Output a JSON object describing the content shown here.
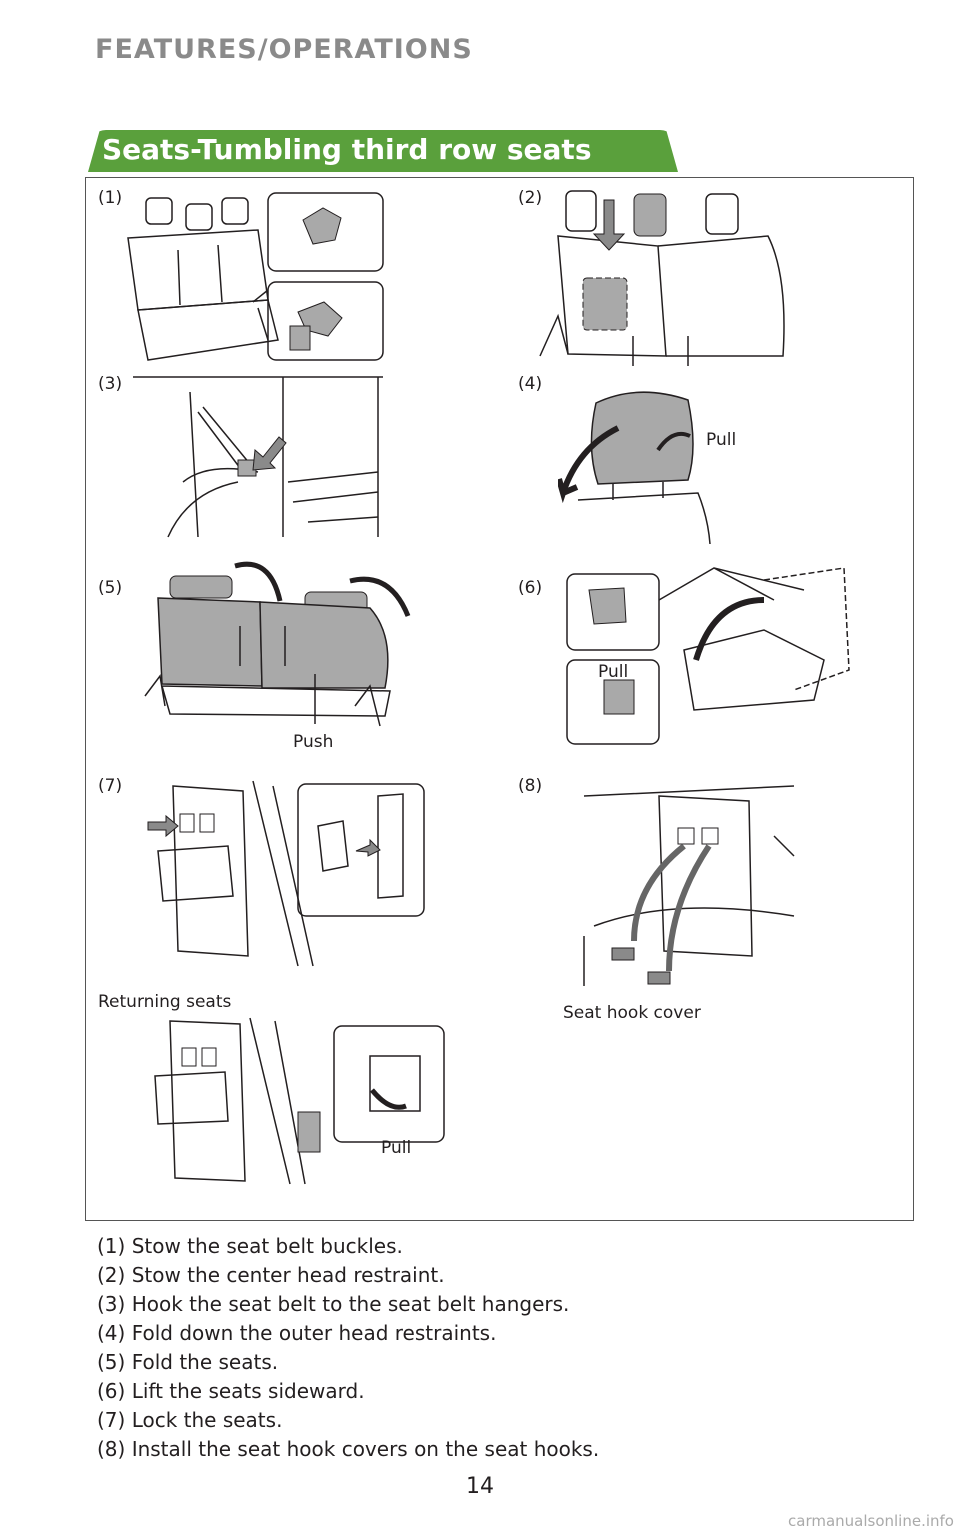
{
  "header": {
    "section": "FEATURES/OPERATIONS"
  },
  "banner": {
    "title": "Seats-Tumbling third row seats"
  },
  "figures": [
    {
      "label": "(1)"
    },
    {
      "label": "(2)"
    },
    {
      "label": "(3)"
    },
    {
      "label": "(4)",
      "callout": "Pull"
    },
    {
      "label": "(5)",
      "callout": "Push"
    },
    {
      "label": "(6)",
      "callout": "Pull"
    },
    {
      "label": "(7)"
    },
    {
      "label": "(8)",
      "callout": "Seat hook cover"
    },
    {
      "label": "Returning seats",
      "callout": "Pull"
    }
  ],
  "steps": [
    "(1) Stow the seat belt buckles.",
    "(2) Stow the center head restraint.",
    "(3) Hook the seat belt to the seat belt hangers.",
    "(4) Fold down the outer head restraints.",
    "(5) Fold the seats.",
    "(6) Lift the seats sideward.",
    "(7) Lock the seats.",
    "(8) Install the seat hook covers on the seat hooks."
  ],
  "page_number": "14",
  "footer": "carmanualsonline.info",
  "colors": {
    "banner": "#5aa03c",
    "header": "#8a8a8a",
    "seat_fill": "#a9a9a9"
  }
}
